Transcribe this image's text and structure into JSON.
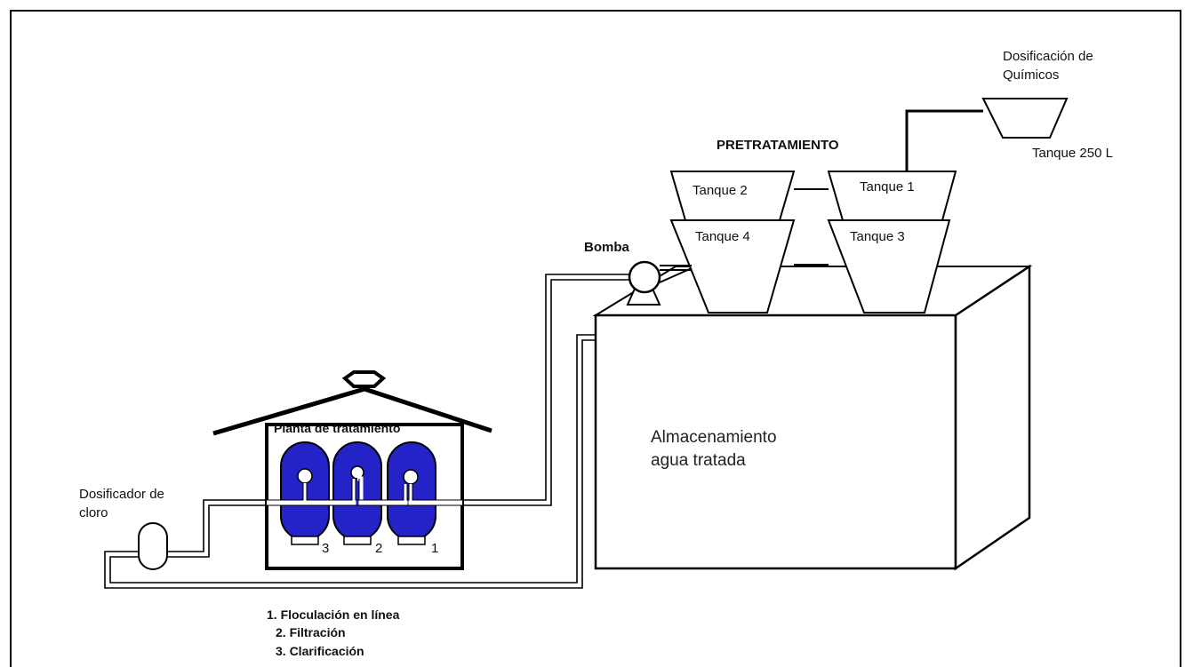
{
  "labels": {
    "quimicos_line1": "Dosificación de",
    "quimicos_line2": "Químicos",
    "tanque_250": "Tanque 250 L",
    "pretratamiento": "PRETRATAMIENTO",
    "tanque1": "Tanque  1",
    "tanque2": "Tanque 2",
    "tanque3": "Tanque 3",
    "tanque4": "Tanque  4",
    "bomba": "Bomba",
    "almacenamiento_line1": "Almacenamiento",
    "almacenamiento_line2": "agua tratada",
    "planta": "Planta de tratamiento",
    "dosificador_line1": "Dosificador de",
    "dosificador_line2": "cloro",
    "filtro1_num": "1",
    "filtro2_num": "2",
    "filtro3_num": "3"
  },
  "legend": [
    "1. Floculación en línea",
    "2. Filtración",
    "3. Clarificación"
  ],
  "colors": {
    "filter_fill": "#2323c8",
    "line": "#000000",
    "background": "#ffffff"
  }
}
